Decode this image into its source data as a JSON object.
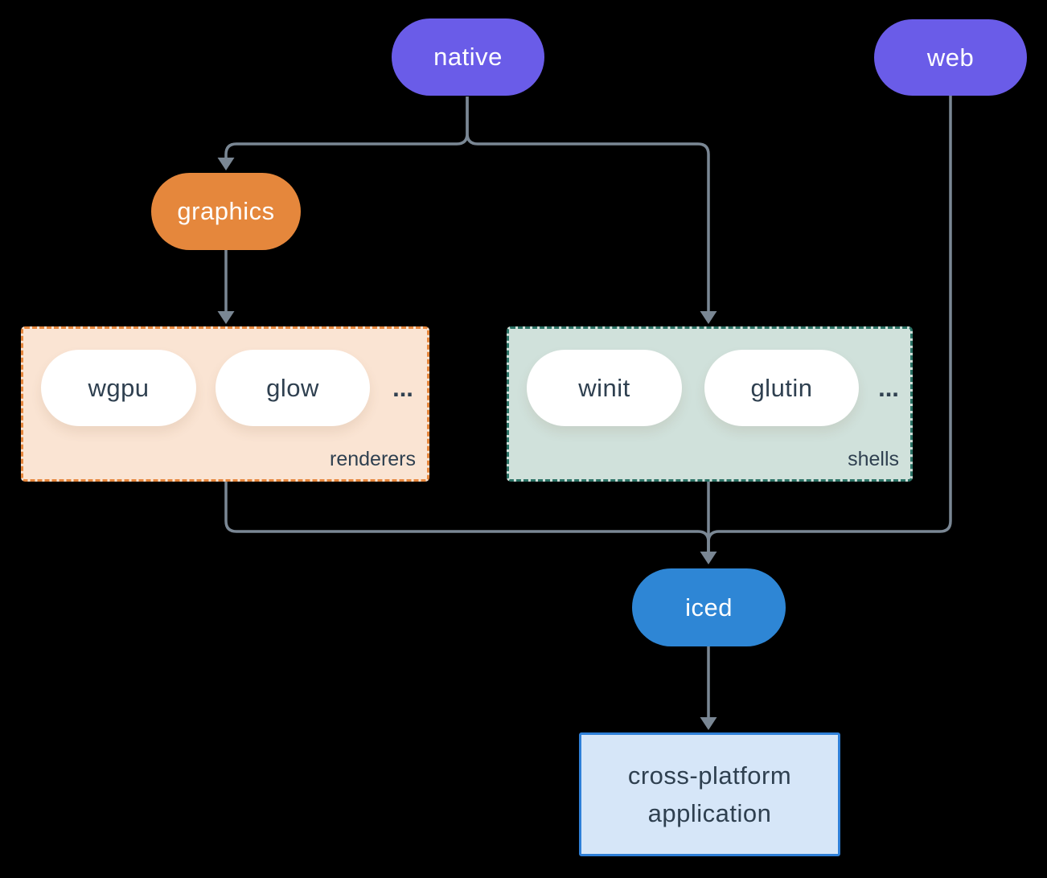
{
  "theme": {
    "canvas_bg": "#000000",
    "line_color": "#7A8794",
    "node_purple": "#6A5CE8",
    "node_orange": "#E5873C",
    "node_blue": "#2E86D5",
    "pill_text": "#FFFFFF",
    "text_dark": "#2F4050",
    "renderers_bg": "#FAE4D3",
    "renderers_border": "#E6873D",
    "shells_bg": "#D0E1DB",
    "shells_border": "#2B7265",
    "app_bg": "#D6E6F8",
    "app_border": "#2F80D8",
    "inner_pill_bg": "#FFFFFF"
  },
  "nodes": {
    "native": {
      "label": "native"
    },
    "web": {
      "label": "web"
    },
    "graphics": {
      "label": "graphics"
    },
    "iced": {
      "label": "iced"
    },
    "application": {
      "line1": "cross-platform",
      "line2": "application"
    }
  },
  "groups": {
    "renderers": {
      "label": "renderers",
      "items": [
        "wgpu",
        "glow"
      ],
      "ellipsis": "..."
    },
    "shells": {
      "label": "shells",
      "items": [
        "winit",
        "glutin"
      ],
      "ellipsis": "..."
    }
  }
}
